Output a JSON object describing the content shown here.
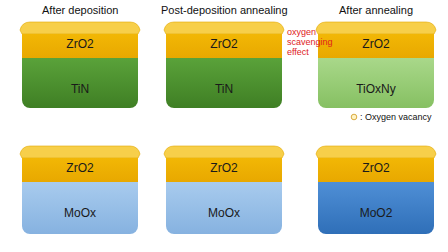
{
  "diagram": {
    "nodes": [
      {
        "text": [
          "ZrO2"
        ]
      },
      {
        "text": [
          "TiN"
        ]
      },
      {
        "text": [
          "ZrO2"
        ]
      },
      {
        "text": [
          "TiN"
        ]
      },
      {
        "text": [
          "ZrO2"
        ]
      },
      {
        "text": [
          "TiOxNy"
        ]
      },
      {
        "text": [
          "ZrO2"
        ]
      },
      {
        "text": [
          "MoOx"
        ]
      },
      {
        "text": [
          "ZrO2"
        ]
      },
      {
        "text": [
          "MoOx"
        ]
      },
      {
        "text": [
          "ZrO2"
        ]
      },
      {
        "text": [
          "MoO2"
        ]
      }
    ],
    "labels": [
      "After deposition",
      "Post-deposition annealing",
      "After annealing",
      "oxygen scavenging effect"
    ],
    "legend": [
      {
        "text": ": Oxygen vacancy"
      }
    ]
  }
}
